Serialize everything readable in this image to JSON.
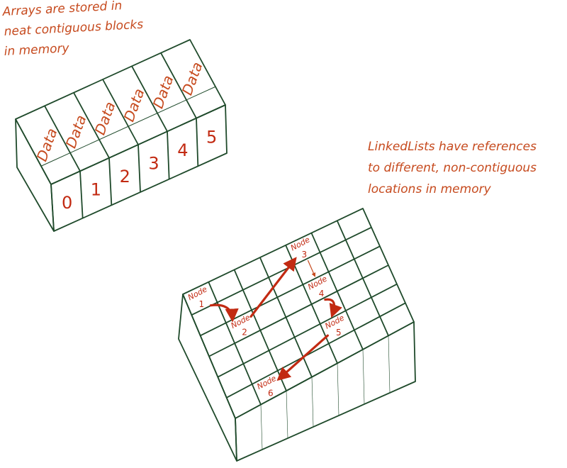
{
  "colors": {
    "ink": "#1f4a2b",
    "annotation": "#c64a1e",
    "arrow": "#c22a12",
    "paper": "#ffffff"
  },
  "array_caption": [
    "Arrays are stored in",
    "neat contiguous blocks",
    "in memory"
  ],
  "linked_caption": [
    "LinkedLists have references",
    "to different, non-contiguous",
    "locations in memory"
  ],
  "array": {
    "cell_label": "Data",
    "indices": [
      "0",
      "1",
      "2",
      "3",
      "4",
      "5"
    ]
  },
  "linked_list": {
    "grid_columns": 7,
    "grid_rows": 6,
    "nodes": [
      {
        "word": "Node",
        "number": "1"
      },
      {
        "word": "Node",
        "number": "2"
      },
      {
        "word": "Node",
        "number": "3"
      },
      {
        "word": "Node",
        "number": "4"
      },
      {
        "word": "Node",
        "number": "5"
      },
      {
        "word": "Node",
        "number": "6"
      }
    ]
  }
}
